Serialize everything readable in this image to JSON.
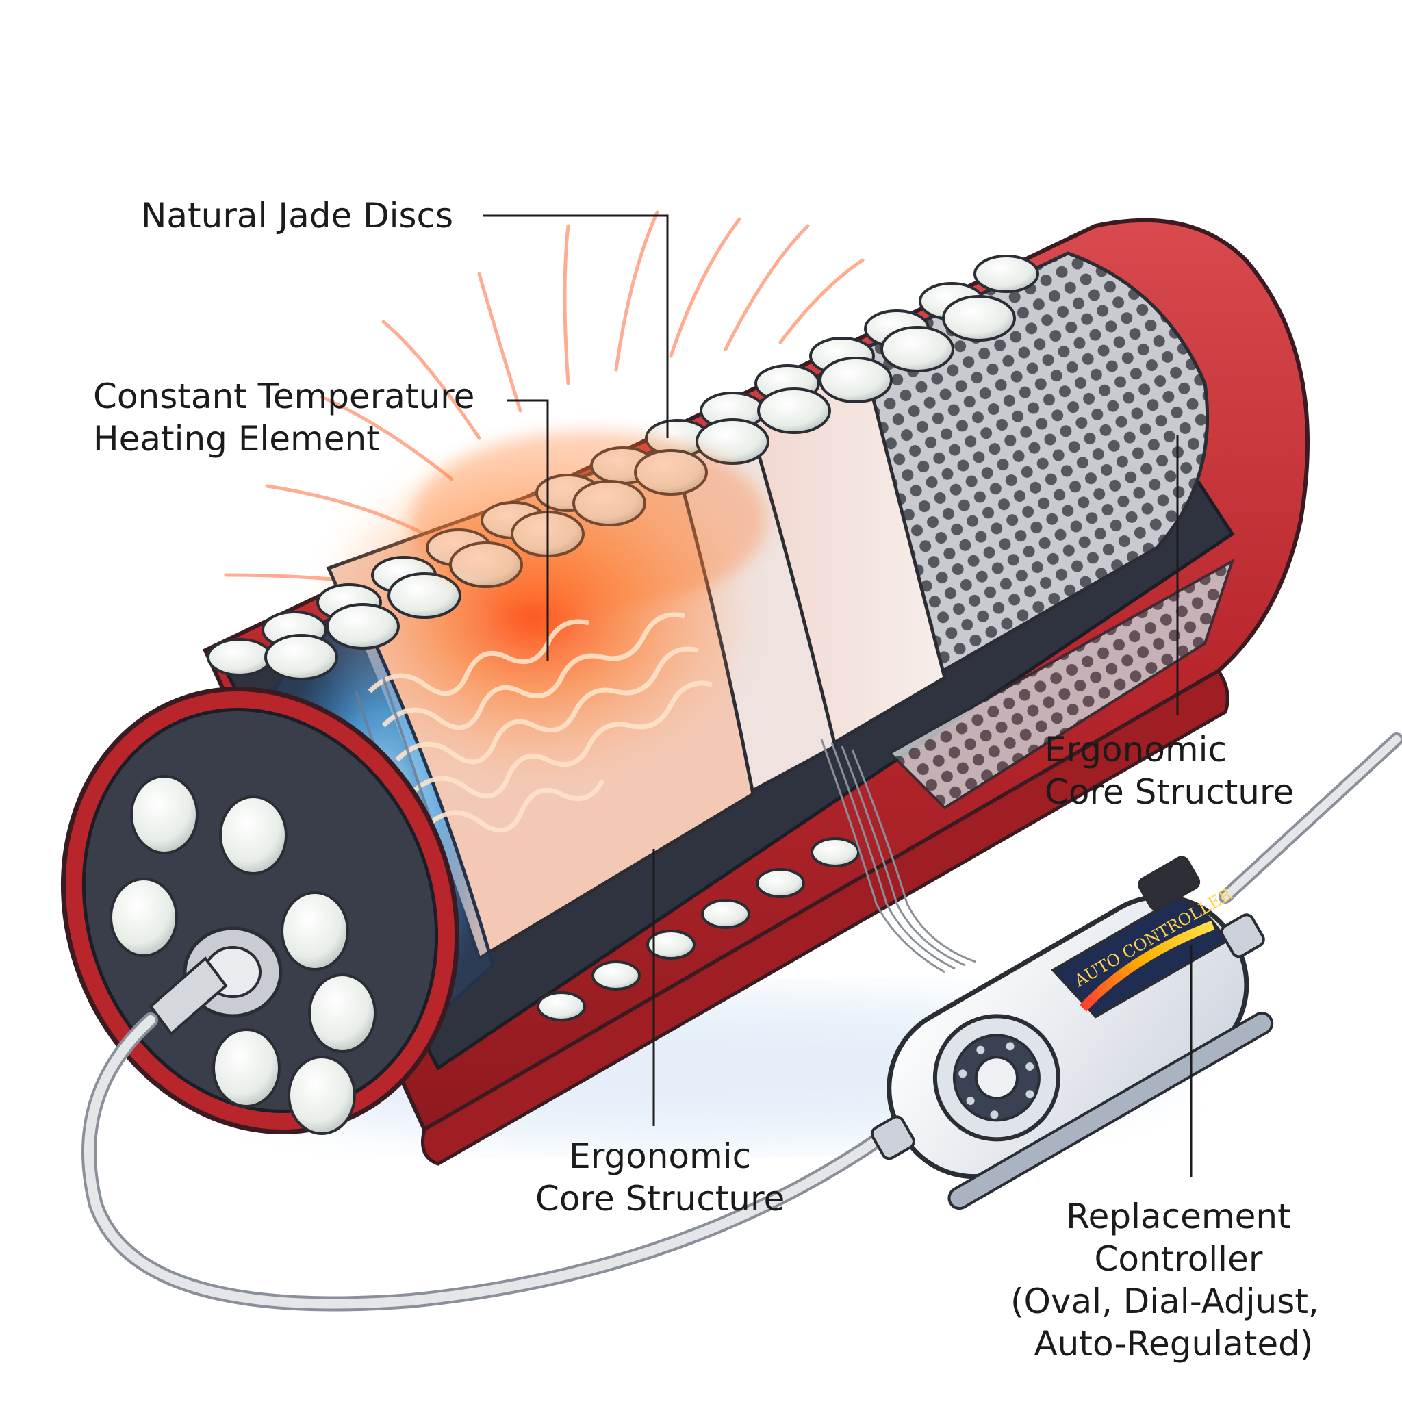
{
  "labels": {
    "jade_discs": "Natural Jade Discs",
    "heating": {
      "line1": "Constant Temperature",
      "line2": "Heating Element"
    },
    "core_right": {
      "line1": "Ergonomic",
      "line2": "Core Structure"
    },
    "core_bottom": {
      "line1": "Ergonomic",
      "line2": "Core Structure"
    },
    "controller": {
      "line1": "Replacement",
      "line2": "Controller",
      "line3": "(Oval, Dial-Adjust,",
      "line4": "Auto-Regulated)"
    }
  },
  "controller_device": {
    "brand_text": "AUTO CONTROLLER"
  },
  "colors": {
    "shell_red": "#b8262c",
    "jade_white": "#eef2ee",
    "heat_orange": "#ff5a1f",
    "cool_blue": "#4fa9ea",
    "mesh_gray": "#7d7f86",
    "cord_gray": "#c9ccd2"
  },
  "icons": [
    "jade-disc-icon",
    "heating-coil-icon",
    "dial-knob-icon",
    "power-cord-icon"
  ]
}
